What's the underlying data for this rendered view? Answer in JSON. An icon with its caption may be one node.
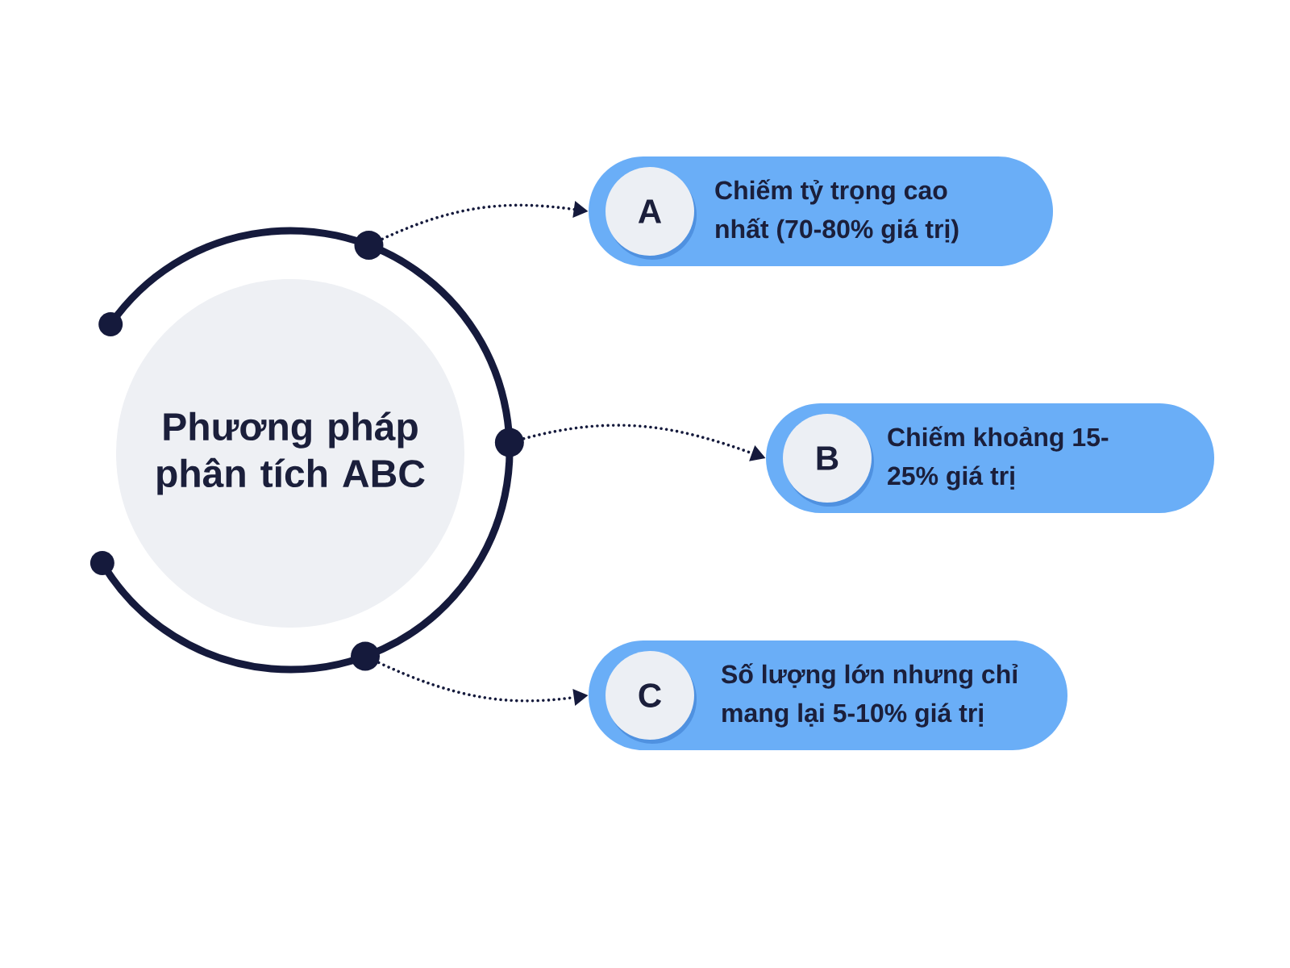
{
  "diagram": {
    "nodes": [
      {
        "text": [
          "Phương pháp phân tích ABC"
        ]
      },
      {
        "text": [],
        "shape": "circle"
      },
      {
        "text": [
          "Chiếm tỷ trọng cao nhất (70-80% giá trị)"
        ]
      },
      {
        "text": [
          "A"
        ],
        "in": 2
      },
      {
        "text": [],
        "shape": "circle"
      },
      {
        "text": [
          "Chiếm khoảng 15-25% giá trị"
        ]
      },
      {
        "text": [
          "B"
        ],
        "in": 5
      },
      {
        "text": [],
        "shape": "circle"
      },
      {
        "text": [
          "Số lượng lớn nhưng chỉ mang lại 5-10% giá trị"
        ]
      },
      {
        "text": [
          "C"
        ],
        "in": 8
      }
    ],
    "edges": [
      {
        "from": 1,
        "to": 2,
        "arrow": "to",
        "style": "dashed"
      },
      {
        "from": 4,
        "to": 5,
        "arrow": "to",
        "style": "dashed"
      },
      {
        "from": 7,
        "to": 8,
        "arrow": "to",
        "style": "dashed"
      }
    ]
  }
}
